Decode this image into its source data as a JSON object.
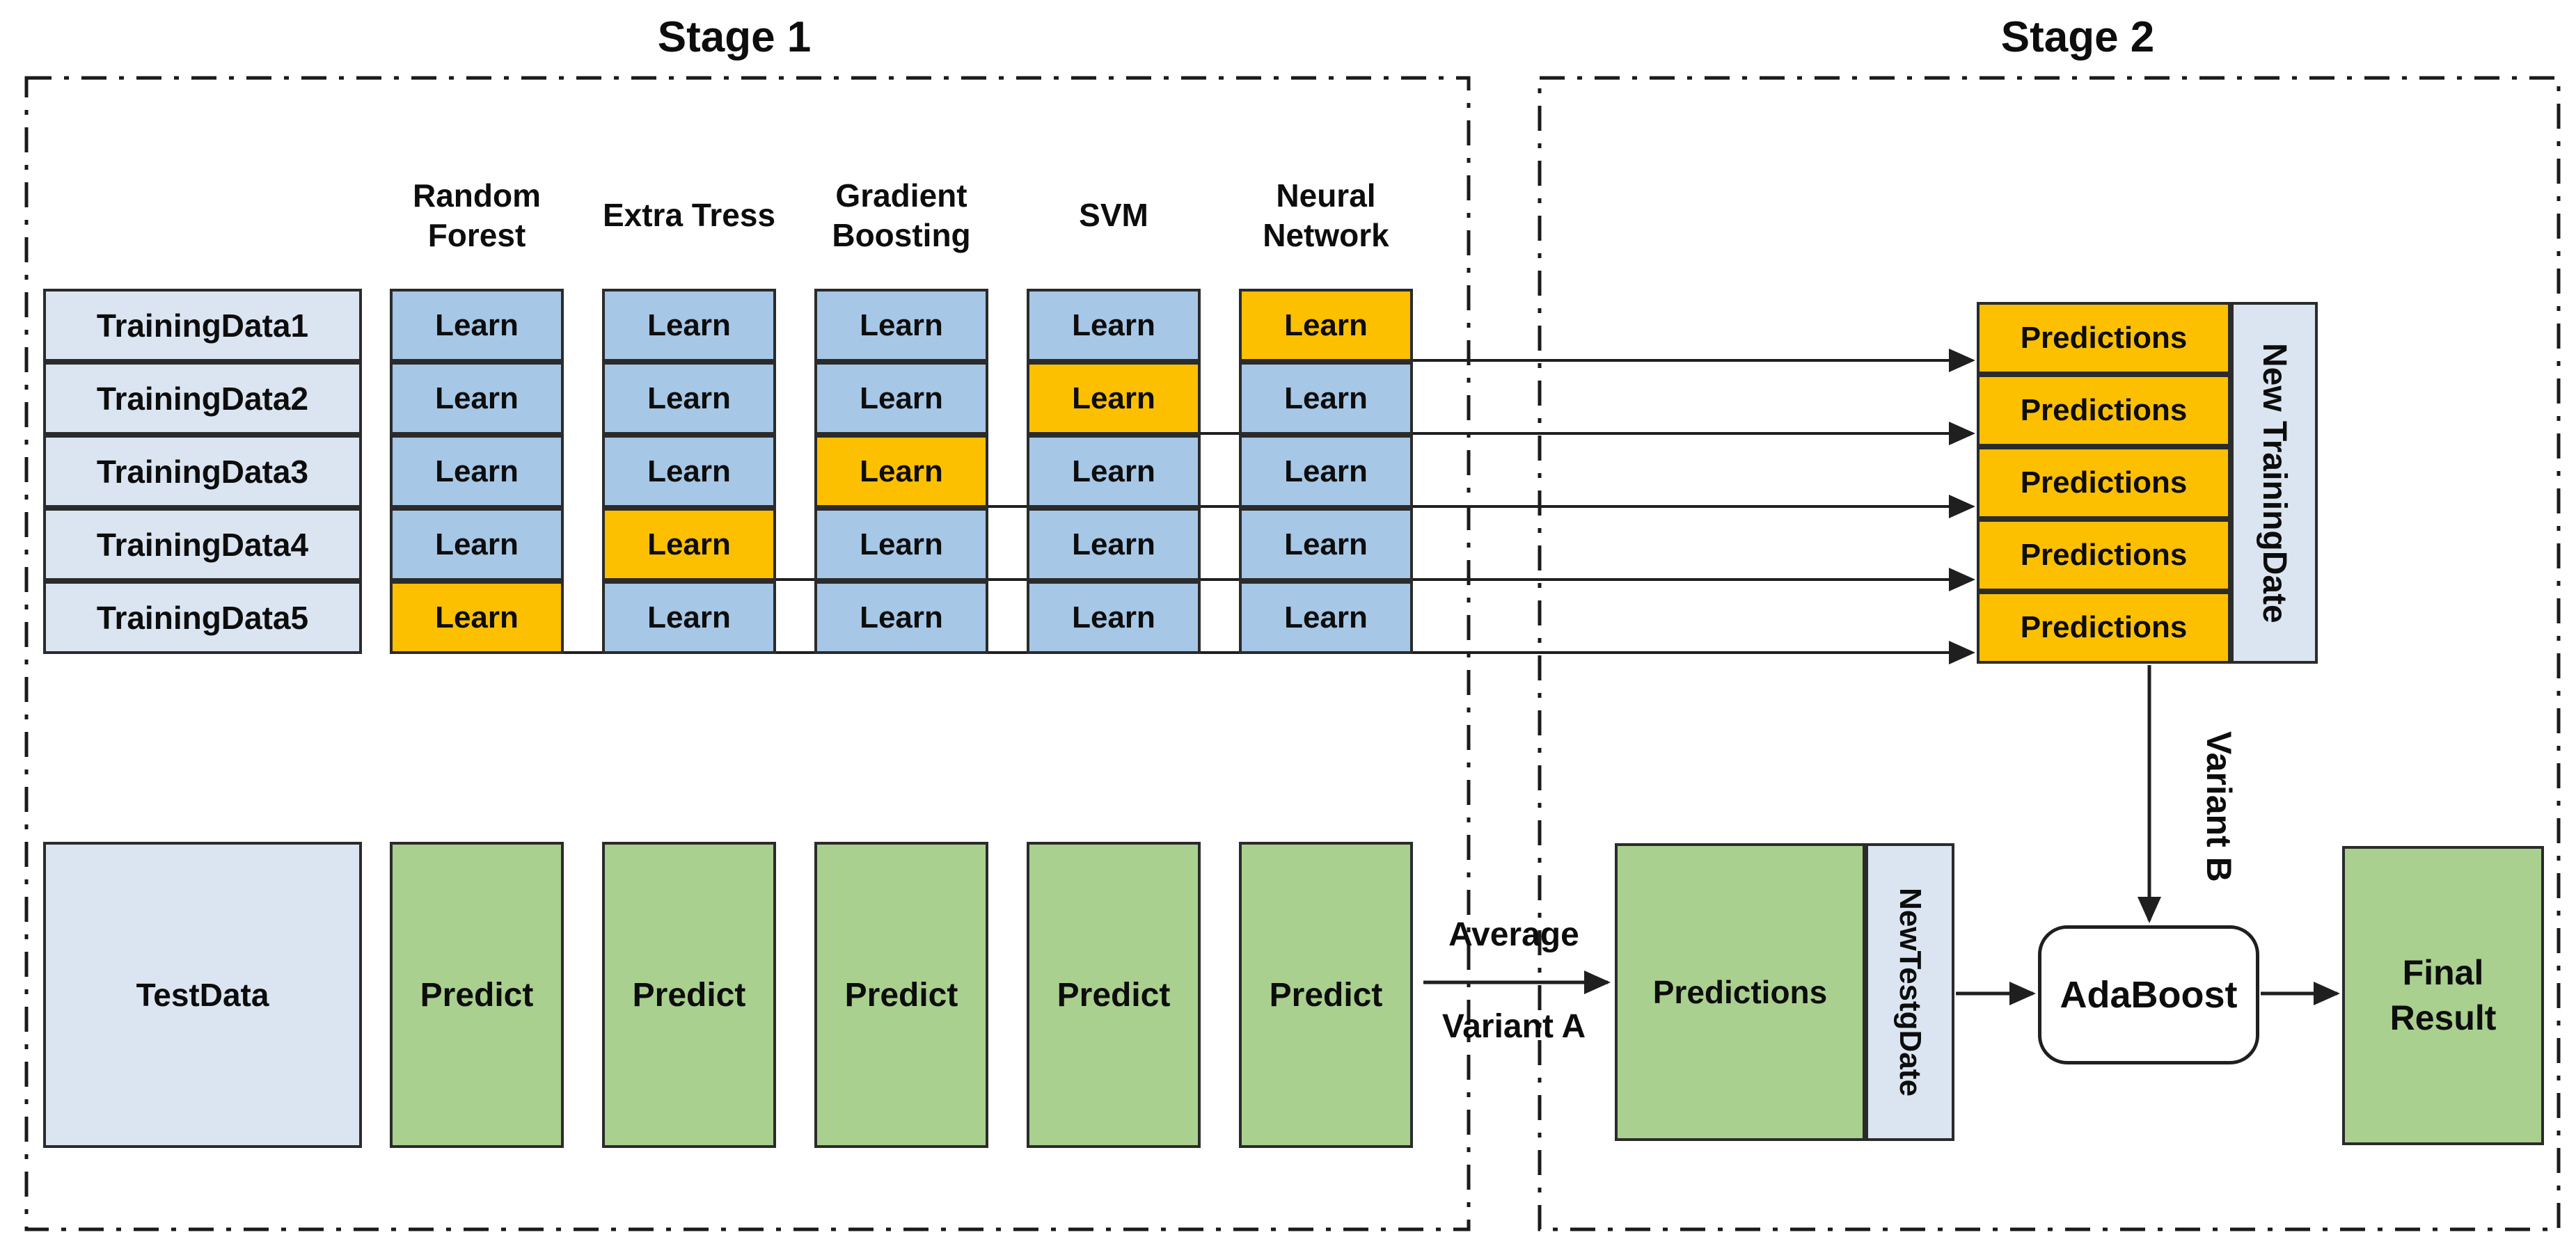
{
  "stage1": {
    "title": "Stage 1",
    "model_headers": [
      "Random Forest",
      "Extra Tress",
      "Gradient Boosting",
      "SVM",
      "Neural Network"
    ],
    "training_rows": [
      "TrainingData1",
      "TrainingData2",
      "TrainingData3",
      "TrainingData4",
      "TrainingData5"
    ],
    "learn_label": "Learn",
    "highlighted_model_by_row": [
      "Neural Network",
      "SVM",
      "Gradient Boosting",
      "Extra Tress",
      "Random Forest"
    ],
    "test_data_label": "TestData",
    "predict_label": "Predict"
  },
  "stage2": {
    "title": "Stage 2",
    "predictions_label": "Predictions",
    "new_training_strip_label": "New TrainingDate",
    "test_predictions_label": "Predictions",
    "new_test_strip_label": "NewTestgDate",
    "adaboost_label": "AdaBoost",
    "final_result_label": "Final Result"
  },
  "flow_labels": {
    "average": "Average",
    "variant_a": "Variant A",
    "variant_b": "Variant B"
  },
  "colors": {
    "light_blue_fill": "#dbe5f1",
    "learner_blue_fill": "#a6c7e6",
    "highlight_orange_fill": "#fdc000",
    "predict_green_fill": "#a9d08e",
    "box_border": "#2b2b2b",
    "connector_black": "#1f1f1f",
    "background": "#ffffff"
  }
}
